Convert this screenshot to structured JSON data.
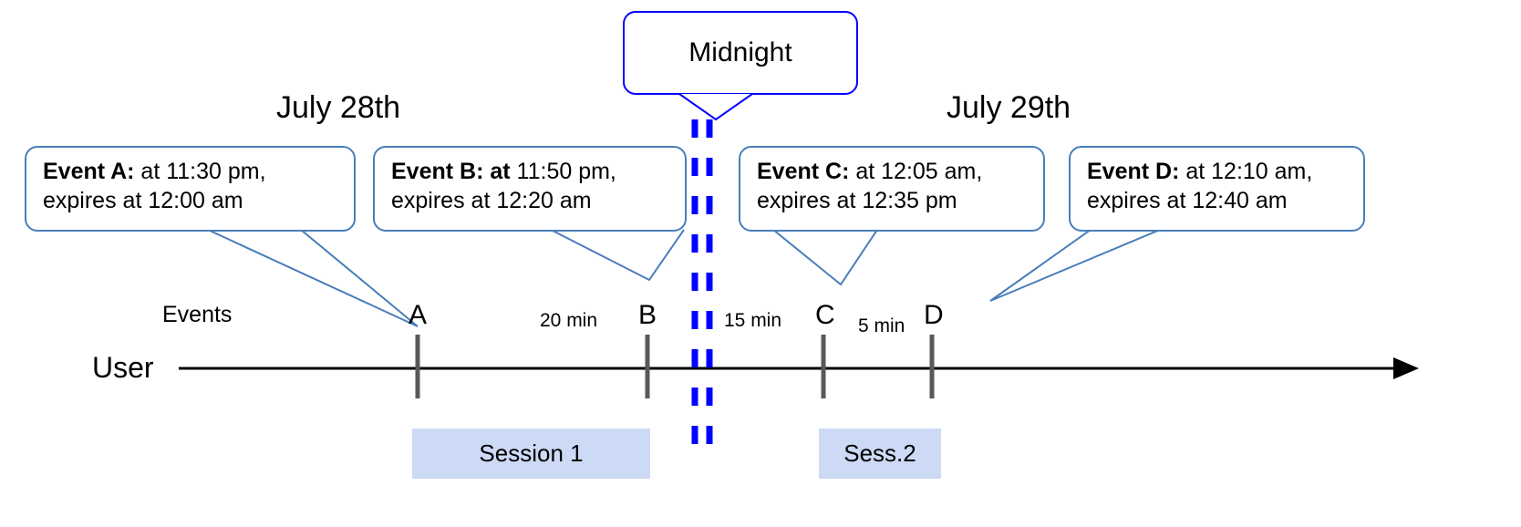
{
  "diagram": {
    "title_note": "Event expiry timeline across midnight",
    "colors": {
      "callout_border": "#4a7ebb",
      "midnight_line": "#0000ff",
      "session_fill": "#ccdaf5",
      "axis": "#000000",
      "tick": "#595959"
    },
    "dates": [
      {
        "id": "date-left",
        "label": "July 28th"
      },
      {
        "id": "date-right",
        "label": "July 29th"
      }
    ],
    "midnight": {
      "label": "Midnight"
    },
    "axis": {
      "row_label": "User",
      "events_label": "Events"
    },
    "events": [
      {
        "letter": "A",
        "title": "Event A:",
        "title_extra": "",
        "line1_rest": " at 11:30 pm,",
        "line2": "expires at 12:00 am",
        "at_time": "11:30 pm",
        "expires_at": "12:00 am"
      },
      {
        "letter": "B",
        "title": "Event B:",
        "title_extra": " at",
        "line1_rest": " 11:50 pm,",
        "line2": "expires at 12:20 am",
        "at_time": "11:50 pm",
        "expires_at": "12:20 am"
      },
      {
        "letter": "C",
        "title": "Event C:",
        "title_extra": "",
        "line1_rest": " at 12:05 am,",
        "line2": "expires at 12:35 pm",
        "at_time": "12:05 am",
        "expires_at": "12:35 pm"
      },
      {
        "letter": "D",
        "title": "Event D:",
        "title_extra": "",
        "line1_rest": "  at 12:10 am,",
        "line2": "expires at 12:40 am",
        "at_time": "12:10 am",
        "expires_at": "12:40 am"
      }
    ],
    "gaps": [
      {
        "id": "gap-ab",
        "label": "20 min"
      },
      {
        "id": "gap-bc",
        "label": "15 min"
      },
      {
        "id": "gap-cd",
        "label": "5 min"
      }
    ],
    "sessions": [
      {
        "id": "session-1",
        "label": "Session 1"
      },
      {
        "id": "session-2",
        "label": "Sess.2"
      }
    ]
  }
}
